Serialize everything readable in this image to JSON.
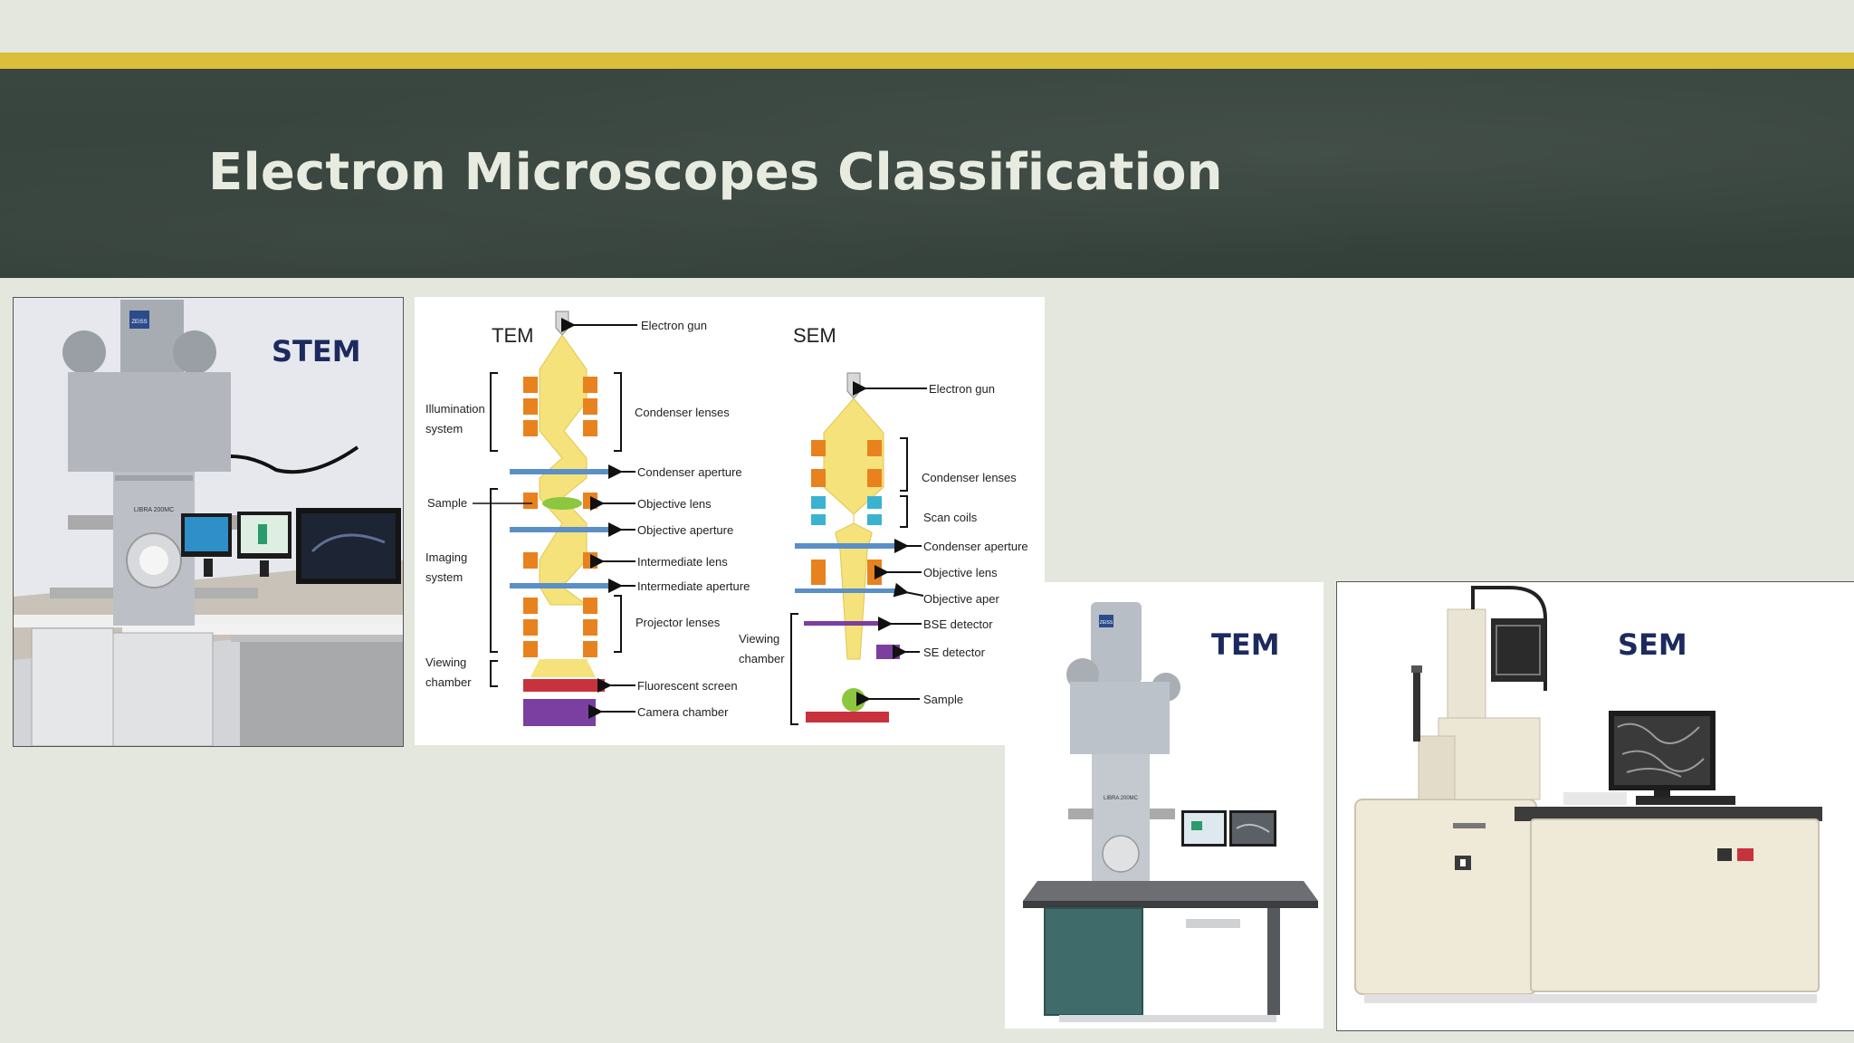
{
  "slide": {
    "title": "Electron Microscopes Classification"
  },
  "photos": {
    "stem_label": "STEM",
    "tem_label": "TEM",
    "sem_label": "SEM"
  },
  "diagram": {
    "tem": {
      "heading": "TEM",
      "left_labels": {
        "illumination_1": "Illumination",
        "illumination_2": "system",
        "sample": "Sample",
        "imaging_1": "Imaging",
        "imaging_2": "system",
        "viewing_1": "Viewing",
        "viewing_2": "chamber"
      },
      "right_labels": {
        "electron_gun": "Electron gun",
        "condenser_lenses": "Condenser lenses",
        "condenser_aperture": "Condenser aperture",
        "objective_lens": "Objective lens",
        "objective_aperture": "Objective aperture",
        "intermediate_lens": "Intermediate lens",
        "intermediate_aperture": "Intermediate aperture",
        "projector_lenses": "Projector lenses",
        "fluorescent_screen": "Fluorescent screen",
        "camera_chamber": "Camera chamber"
      }
    },
    "sem": {
      "heading": "SEM",
      "left_labels": {
        "viewing_1": "Viewing",
        "viewing_2": "chamber"
      },
      "right_labels": {
        "electron_gun": "Electron gun",
        "condenser_lenses": "Condenser lenses",
        "scan_coils": "Scan coils",
        "condenser_aperture": "Condenser aperture",
        "objective_lens": "Objective lens",
        "objective_aperture": "Objective aper",
        "bse_detector": "BSE detector",
        "se_detector": "SE detector",
        "sample": "Sample"
      }
    },
    "colors": {
      "beam": "#f5e27a",
      "lens": "#e8821e",
      "aperture": "#5a8fc7",
      "sample": "#8dc63f",
      "screen": "#c8323c",
      "camera": "#7a3fa0",
      "scan_coil": "#3bb3d0"
    }
  },
  "instrument_text": {
    "stem_logo": "ZEISS",
    "stem_model": "LIBRA 200MC",
    "tem_logo": "ZEISS",
    "tem_model": "LIBRA 200MC"
  }
}
